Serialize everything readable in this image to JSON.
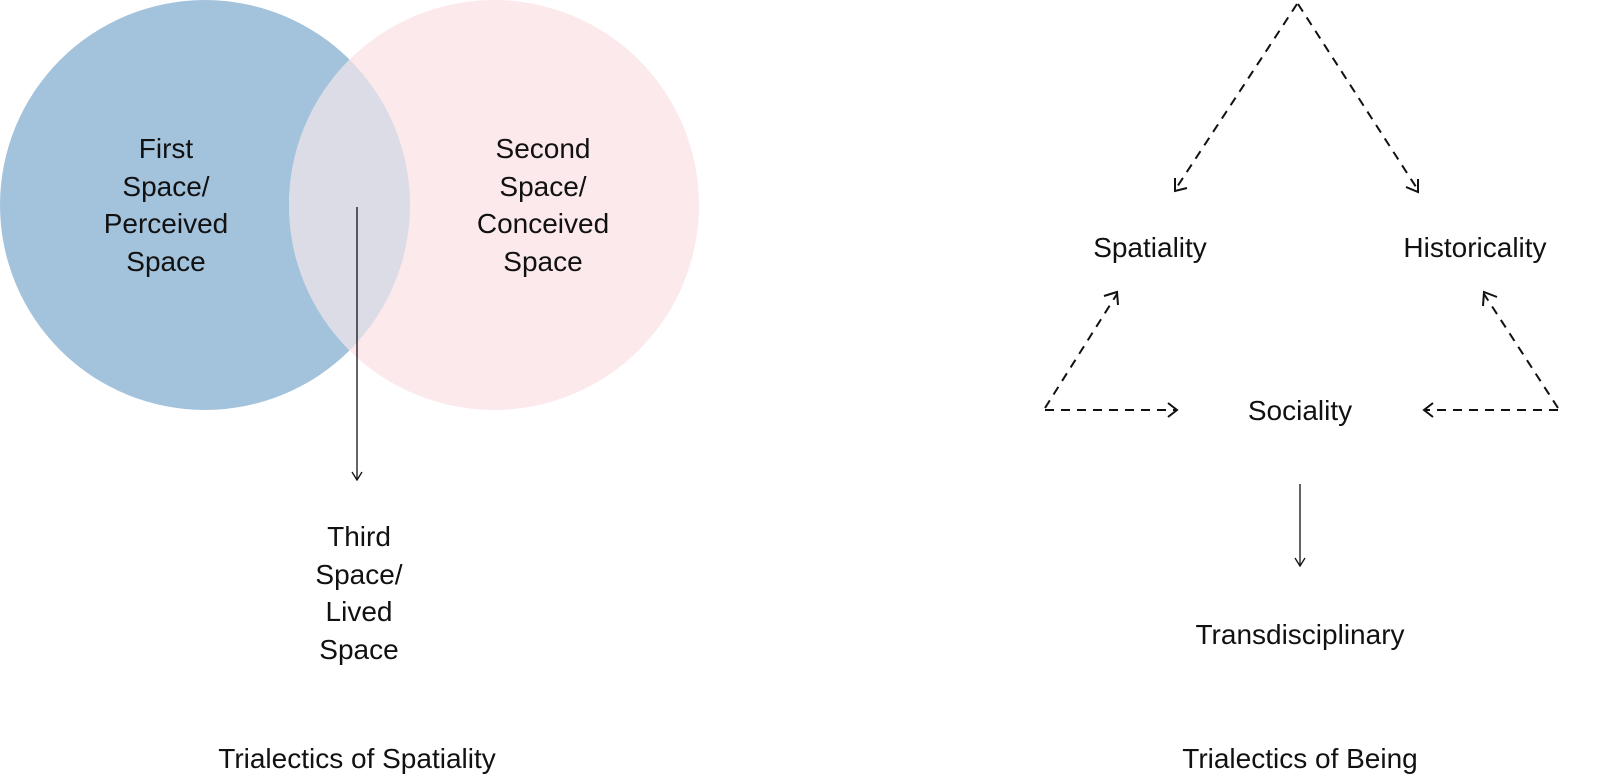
{
  "spatiality_diagram": {
    "first_space": [
      "First",
      "Space/",
      "Perceived",
      "Space"
    ],
    "second_space": [
      "Second",
      "Space/",
      "Conceived",
      "Space"
    ],
    "third_space": [
      "Third",
      "Space/",
      "Lived",
      "Space"
    ],
    "caption": "Trialectics of Spatiality",
    "colors": {
      "first_circle": "#a3c2dc",
      "second_circle": "#fbe9ec",
      "overlap": "#dcdce6"
    }
  },
  "being_diagram": {
    "spatiality": "Spatiality",
    "historicality": "Historicality",
    "sociality": "Sociality",
    "result": "Transdisciplinary",
    "caption": "Trialectics of Being"
  }
}
